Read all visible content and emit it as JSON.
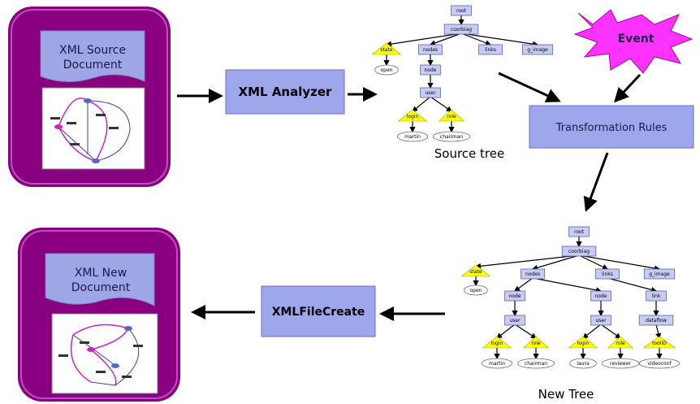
{
  "source_doc": {
    "title_line1": "XML Source",
    "title_line2": "Document"
  },
  "new_doc": {
    "title_line1": "XML New",
    "title_line2": "Document"
  },
  "boxes": {
    "analyzer": "XML Analyzer",
    "rules": "Transformation Rules",
    "filecreate": "XMLFileCreate",
    "event": "Event"
  },
  "colors": {
    "panel": "#88007f",
    "box": "#9ea6ec",
    "tree_node": "#c8ccf4",
    "attribute": "#ffff00",
    "value": "#ffffff",
    "star": "#ff33ff"
  },
  "trees": {
    "source": {
      "caption": "Source tree",
      "nodes": [
        {
          "id": "root",
          "label": "root",
          "type": "element"
        },
        {
          "id": "coorbiag",
          "label": "coorbiag",
          "type": "element",
          "parent": "root"
        },
        {
          "id": "state",
          "label": "state",
          "type": "attribute",
          "parent": "coorbiag"
        },
        {
          "id": "nodes",
          "label": "nodes",
          "type": "element",
          "parent": "coorbiag"
        },
        {
          "id": "links",
          "label": "links",
          "type": "element",
          "parent": "coorbiag"
        },
        {
          "id": "g_image",
          "label": "g_image",
          "type": "element",
          "parent": "coorbiag"
        },
        {
          "id": "open",
          "label": "open",
          "type": "value",
          "parent": "state"
        },
        {
          "id": "node",
          "label": "node",
          "type": "element",
          "parent": "nodes"
        },
        {
          "id": "user",
          "label": "user",
          "type": "element",
          "parent": "node"
        },
        {
          "id": "login",
          "label": "login",
          "type": "attribute",
          "parent": "user"
        },
        {
          "id": "role",
          "label": "role",
          "type": "attribute",
          "parent": "user"
        },
        {
          "id": "martin",
          "label": "martin",
          "type": "value",
          "parent": "login"
        },
        {
          "id": "chairman",
          "label": "chairman",
          "type": "value",
          "parent": "role"
        }
      ]
    },
    "new": {
      "caption": "New Tree",
      "nodes": [
        {
          "id": "root",
          "label": "root",
          "type": "element"
        },
        {
          "id": "coorbiag",
          "label": "coorbiag",
          "type": "element",
          "parent": "root"
        },
        {
          "id": "state",
          "label": "state",
          "type": "attribute",
          "parent": "coorbiag"
        },
        {
          "id": "nodes",
          "label": "nodes",
          "type": "element",
          "parent": "coorbiag"
        },
        {
          "id": "links",
          "label": "links",
          "type": "element",
          "parent": "coorbiag"
        },
        {
          "id": "g_image",
          "label": "g_image",
          "type": "element",
          "parent": "coorbiag"
        },
        {
          "id": "open",
          "label": "open",
          "type": "value",
          "parent": "state"
        },
        {
          "id": "node1",
          "label": "node",
          "type": "element",
          "parent": "nodes"
        },
        {
          "id": "node2",
          "label": "node",
          "type": "element",
          "parent": "nodes"
        },
        {
          "id": "link",
          "label": "link",
          "type": "element",
          "parent": "links"
        },
        {
          "id": "user1",
          "label": "user",
          "type": "element",
          "parent": "node1"
        },
        {
          "id": "user2",
          "label": "user",
          "type": "element",
          "parent": "node2"
        },
        {
          "id": "dataflow",
          "label": "dataflow",
          "type": "element",
          "parent": "link"
        },
        {
          "id": "login1",
          "label": "login",
          "type": "attribute",
          "parent": "user1"
        },
        {
          "id": "role1",
          "label": "role",
          "type": "attribute",
          "parent": "user1"
        },
        {
          "id": "login2",
          "label": "login",
          "type": "attribute",
          "parent": "user2"
        },
        {
          "id": "role2",
          "label": "role",
          "type": "attribute",
          "parent": "user2"
        },
        {
          "id": "toolID",
          "label": "toolID",
          "type": "attribute",
          "parent": "dataflow"
        },
        {
          "id": "martin",
          "label": "martin",
          "type": "value",
          "parent": "login1"
        },
        {
          "id": "chairman",
          "label": "chairman",
          "type": "value",
          "parent": "role1"
        },
        {
          "id": "laura",
          "label": "laura",
          "type": "value",
          "parent": "login2"
        },
        {
          "id": "reviewer",
          "label": "reviewer",
          "type": "value",
          "parent": "role2"
        },
        {
          "id": "videoconf",
          "label": "videoconf",
          "type": "value",
          "parent": "toolID"
        }
      ]
    }
  }
}
